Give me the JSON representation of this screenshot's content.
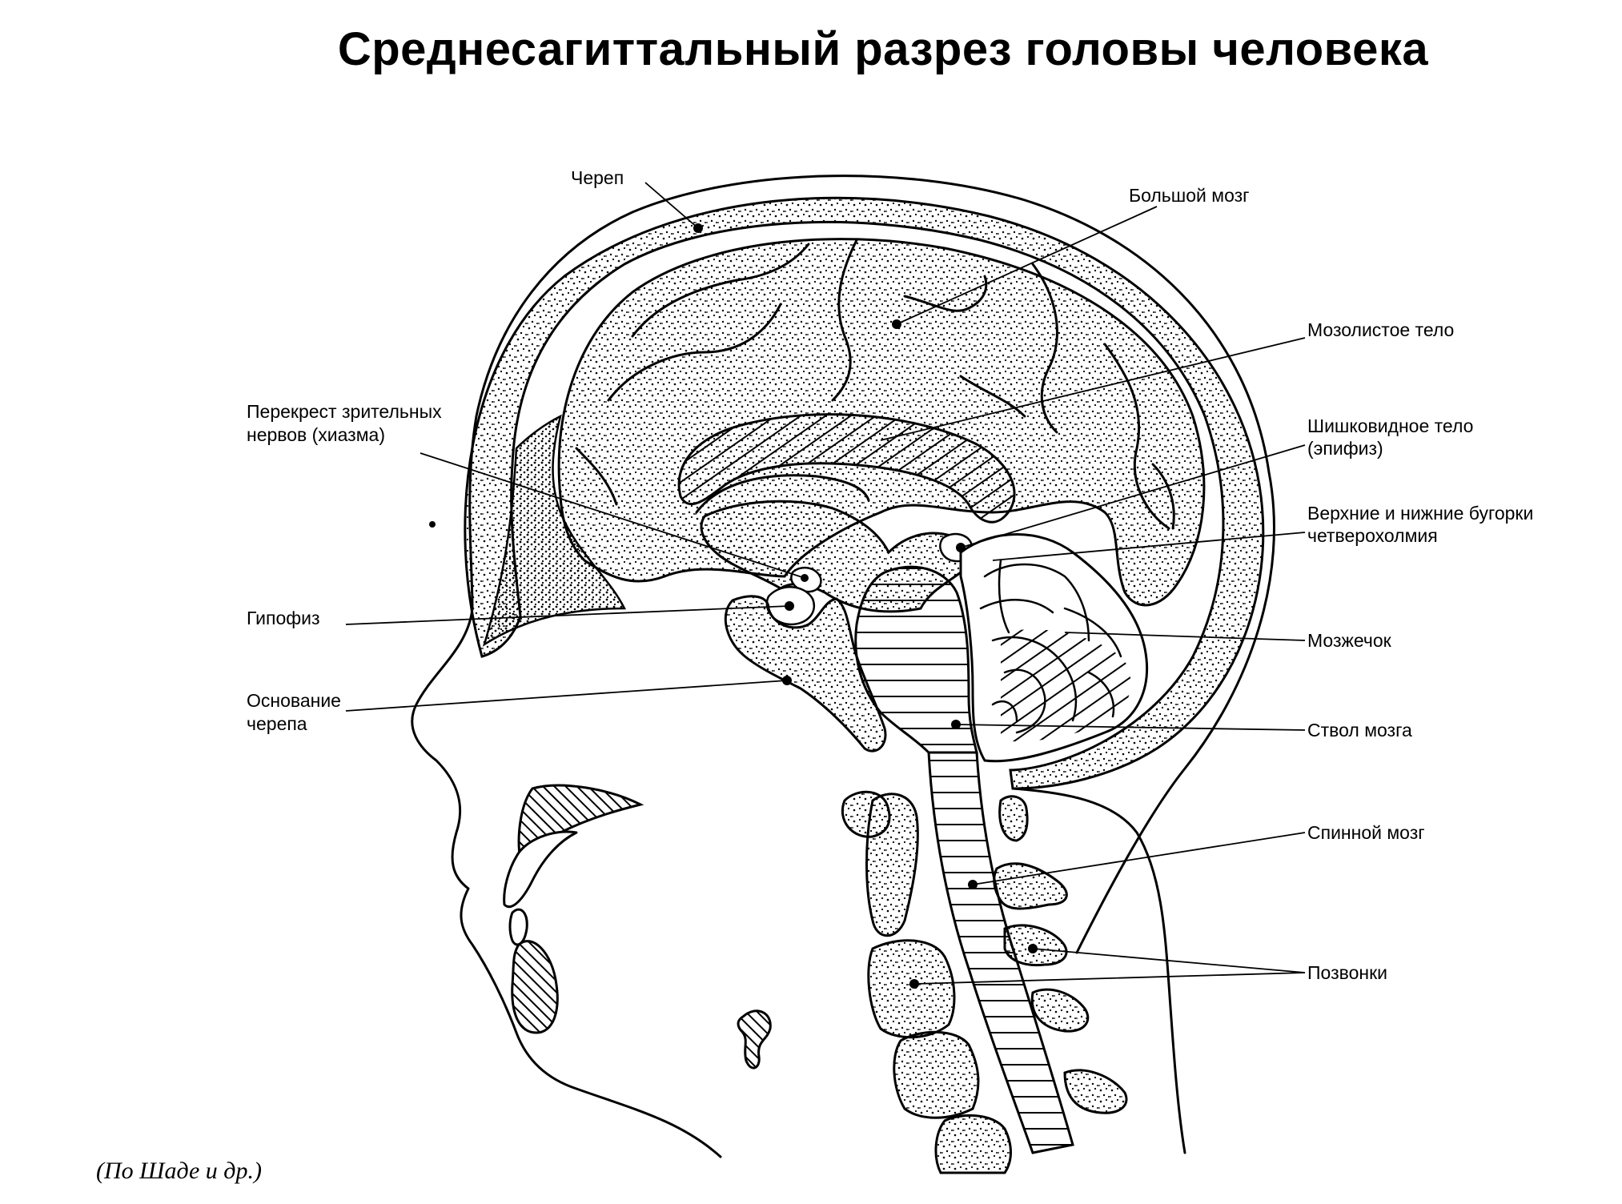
{
  "title": "Среднесагиттальный разрез головы человека",
  "credit": "(По Шаде и др.)",
  "labels": {
    "skull": "Череп",
    "cerebrum": "Большой мозг",
    "corpus_callosum": "Мозолистое тело",
    "pineal_1": "Шишковидное тело",
    "pineal_2": "(эпифиз)",
    "colliculi_1": "Верхние и нижние бугорки",
    "colliculi_2": "четверохолмия",
    "cerebellum": "Мозжечок",
    "brainstem": "Ствол мозга",
    "spinal_cord": "Спинной мозг",
    "vertebrae": "Позвонки",
    "chiasm_1": "Перекрест зрительных",
    "chiasm_2": "нервов (хиазма)",
    "pituitary": "Гипофиз",
    "skull_base_1": "Основание",
    "skull_base_2": "черепа"
  },
  "colors": {
    "line": "#000000",
    "background": "#ffffff"
  }
}
